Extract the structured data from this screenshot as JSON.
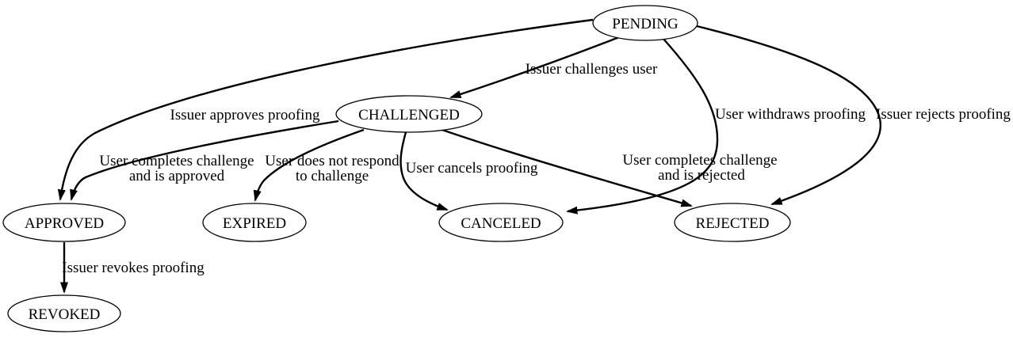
{
  "diagram": {
    "type": "state-machine-graph",
    "colors": {
      "background": "#ffffff",
      "node_fill": "#ffffff",
      "stroke": "#000000",
      "text": "#000000"
    },
    "nodes": {
      "pending": {
        "label": "PENDING"
      },
      "challenged": {
        "label": "CHALLENGED"
      },
      "approved": {
        "label": "APPROVED"
      },
      "expired": {
        "label": "EXPIRED"
      },
      "canceled": {
        "label": "CANCELED"
      },
      "rejected": {
        "label": "REJECTED"
      },
      "revoked": {
        "label": "REVOKED"
      }
    },
    "edges": {
      "pending_challenged": {
        "from": "PENDING",
        "to": "CHALLENGED",
        "label": "Issuer challenges user"
      },
      "pending_approved": {
        "from": "PENDING",
        "to": "APPROVED",
        "label": "Issuer approves proofing"
      },
      "pending_canceled": {
        "from": "PENDING",
        "to": "CANCELED",
        "label": "User withdraws proofing"
      },
      "pending_rejected": {
        "from": "PENDING",
        "to": "REJECTED",
        "label": "Issuer rejects proofing"
      },
      "challenged_approved": {
        "from": "CHALLENGED",
        "to": "APPROVED",
        "lines": [
          "User completes challenge",
          "and is approved"
        ]
      },
      "challenged_expired": {
        "from": "CHALLENGED",
        "to": "EXPIRED",
        "lines": [
          "User does not respond",
          "to challenge"
        ]
      },
      "challenged_canceled": {
        "from": "CHALLENGED",
        "to": "CANCELED",
        "label": "User cancels proofing"
      },
      "challenged_rejected": {
        "from": "CHALLENGED",
        "to": "REJECTED",
        "lines": [
          "User completes challenge",
          "and is rejected"
        ]
      },
      "approved_revoked": {
        "from": "APPROVED",
        "to": "REVOKED",
        "label": "Issuer revokes proofing"
      }
    }
  }
}
